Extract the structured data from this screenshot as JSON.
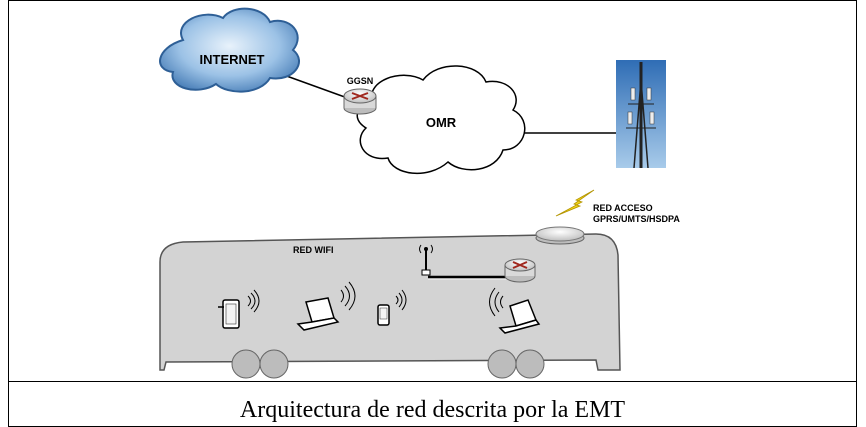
{
  "labels": {
    "internet": "INTERNET",
    "ggsn": "GGSN",
    "omr": "OMR",
    "red_acceso_line1": "RED ACCESO",
    "red_acceso_line2": "GPRS/UMTS/HSDPA",
    "red_wifi": "RED WIFI"
  },
  "caption": "Arquitectura de red descrita por la EMT",
  "colors": {
    "cloud_fill": "#ffffff",
    "internet_cloud": "#7da9d6",
    "bus_body": "#d3d3d3",
    "wheel": "#bcbcbc",
    "sky": "#4f86c6",
    "lightning": "#f1d21a"
  }
}
